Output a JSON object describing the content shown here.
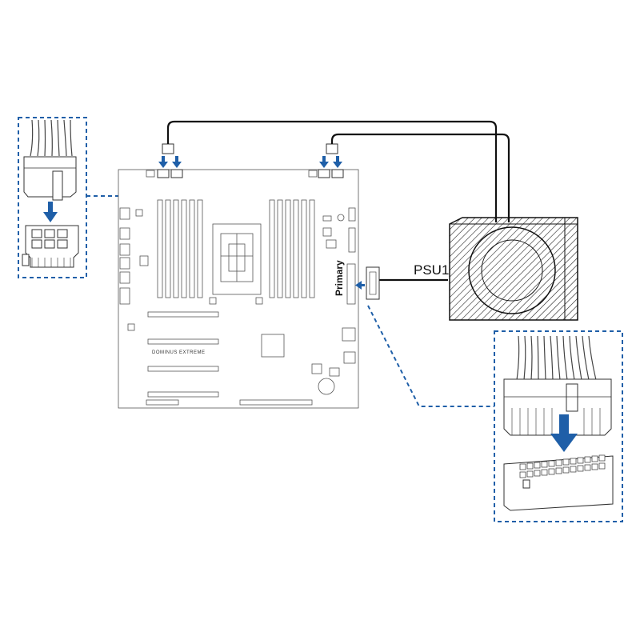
{
  "diagram": {
    "psu_label": "PSU1",
    "primary_label": "Primary",
    "board_name": "DOMINUS EXTREME",
    "accent_color": "#1f5fa8"
  },
  "icons": {
    "connector_8pin": "eight-pin-cpu-power-connector",
    "connector_24pin": "twenty-four-pin-atx-connector",
    "psu": "power-supply-unit",
    "arrow": "down-arrow"
  }
}
